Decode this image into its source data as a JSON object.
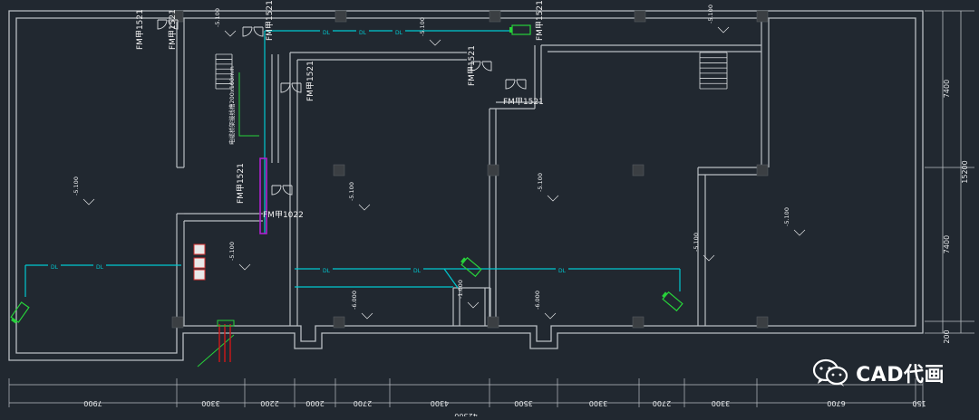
{
  "drawing": {
    "colors": {
      "background": "#212830",
      "wall": "#b9bec3",
      "column": "#3b3f43",
      "pipe": "#00c8d0",
      "door": "#d9dcdf",
      "equipment": "#27d23a",
      "riser": "#b020d0",
      "fire_pipe": "#d01818",
      "label": "#e6e8ea"
    },
    "door_labels": [
      "FM甲1521",
      "FM甲1521",
      "FM甲1521",
      "FM甲1521",
      "FM甲1521",
      "FM甲1521",
      "FM甲1521",
      "FM甲1521",
      "FM甲1022"
    ],
    "pipe_labels": [
      "DL",
      "DL",
      "DL",
      "DL",
      "DL",
      "DL",
      "DL",
      "DL"
    ],
    "elevations": [
      "-5.100",
      "-5.100",
      "-5.100",
      "-5.100",
      "-5.100",
      "-5.100",
      "-5.100",
      "-5.100",
      "-5.100",
      "-6.000",
      "-6.000",
      "-1.000"
    ],
    "riser_note": "电缆桥架接线槽200x100mm",
    "bottom_dims": [
      "7900",
      "3300",
      "2200",
      "2000",
      "2700",
      "4300",
      "3500",
      "3300",
      "2700",
      "3300",
      "6700",
      "150"
    ],
    "bottom_total": "42300",
    "right_dims": [
      "7400",
      "15200",
      "7400",
      "200"
    ],
    "watermark": {
      "label": "CAD代画",
      "icon": "wechat-icon"
    }
  }
}
